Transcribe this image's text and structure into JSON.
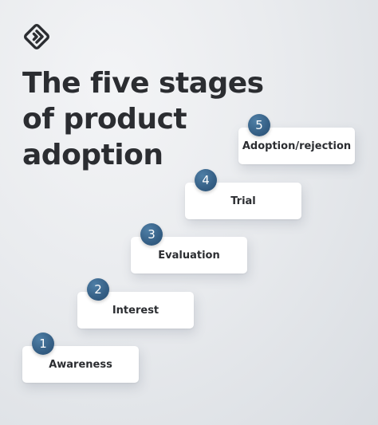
{
  "title": {
    "line1": "The five stages",
    "line2": "of product",
    "line3": "adoption"
  },
  "logo": {
    "icon": "brand-logo-icon",
    "color": "#2b2d31"
  },
  "accent_color": "#355f85",
  "stages": [
    {
      "number": "1",
      "label": "Awareness"
    },
    {
      "number": "2",
      "label": "Interest"
    },
    {
      "number": "3",
      "label": "Evaluation"
    },
    {
      "number": "4",
      "label": "Trial"
    },
    {
      "number": "5",
      "label": "Adoption/rejection"
    }
  ]
}
